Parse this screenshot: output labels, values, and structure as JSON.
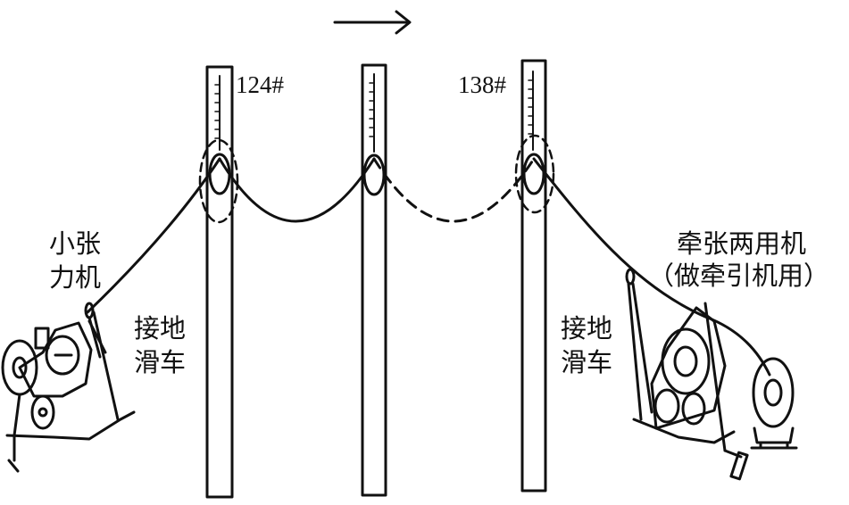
{
  "labels": {
    "tower_left_number": "124#",
    "tower_right_number": "138#",
    "small_tensioner_line1": "小张",
    "small_tensioner_line2": "力机",
    "ground_pulley_left_line1": "接地",
    "ground_pulley_left_line2": "滑车",
    "ground_pulley_right_line1": "接地",
    "ground_pulley_right_line2": "滑车",
    "dual_machine_line1": "牵张两用机",
    "dual_machine_line2": "（做牵引机用）"
  },
  "colors": {
    "ink": "#111111",
    "background": "#ffffff"
  },
  "icons": {
    "direction": "arrow-right-icon"
  }
}
